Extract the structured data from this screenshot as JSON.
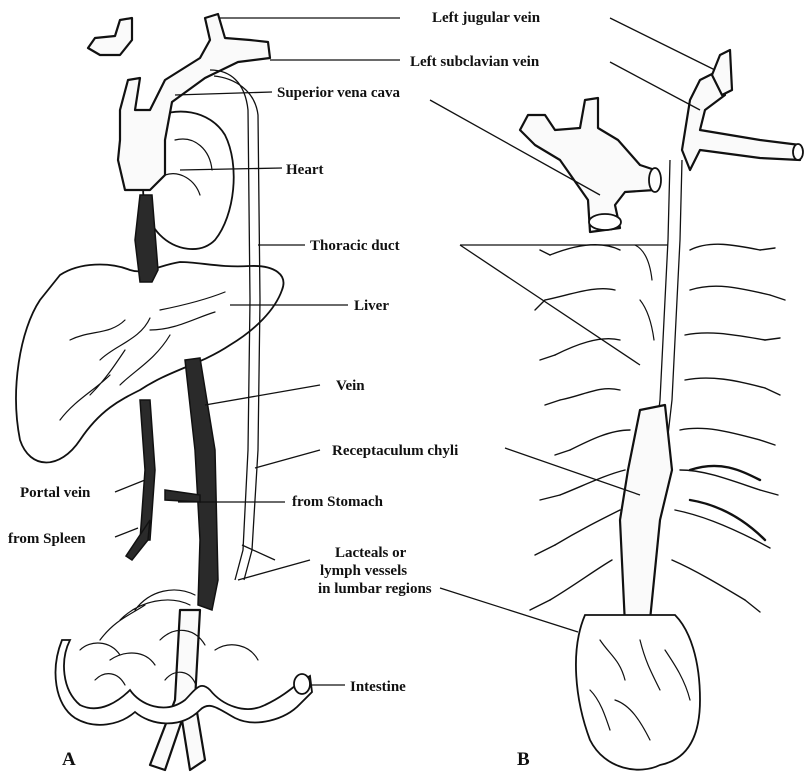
{
  "panel_letters": {
    "left": "A",
    "right": "B"
  },
  "labels": {
    "left_jugular_vein": "Left jugular vein",
    "left_subclavian_vein": "Left subclavian vein",
    "superior_vena_cava": "Superior vena cava",
    "heart": "Heart",
    "thoracic_duct": "Thoracic duct",
    "liver": "Liver",
    "vein": "Vein",
    "receptaculum_chyli": "Receptaculum chyli",
    "portal_vein": "Portal vein",
    "from_stomach": "from Stomach",
    "from_spleen": "from Spleen",
    "lacteals_line1": "Lacteals or",
    "lacteals_line2": "lymph vessels",
    "lacteals_line3": "in lumbar regions",
    "intestine": "Intestine"
  }
}
